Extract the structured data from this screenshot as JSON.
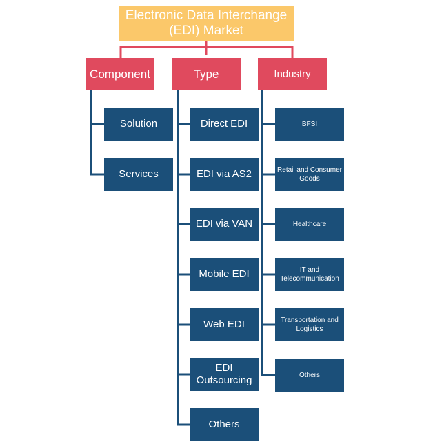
{
  "root": {
    "label": "Electronic Data Interchange (EDI) Market"
  },
  "categories": [
    {
      "label": "Component",
      "items": [
        "Solution",
        "Services"
      ]
    },
    {
      "label": "Type",
      "items": [
        "Direct EDI",
        "EDI via AS2",
        "EDI via VAN",
        "Mobile EDI",
        "Web EDI",
        "EDI Outsourcing",
        "Others"
      ]
    },
    {
      "label": "Industry",
      "items": [
        "BFSI",
        "Retail and Consumer Goods",
        "Healthcare",
        "IT and Telecommunication",
        "Transportation and Logistics",
        "Others"
      ]
    }
  ],
  "colors": {
    "root": "#fbc86a",
    "category": "#e04a5e",
    "leaf": "#1b4f79",
    "root_connector": "#e04a5e",
    "leaf_connector": "#1b4f79"
  }
}
